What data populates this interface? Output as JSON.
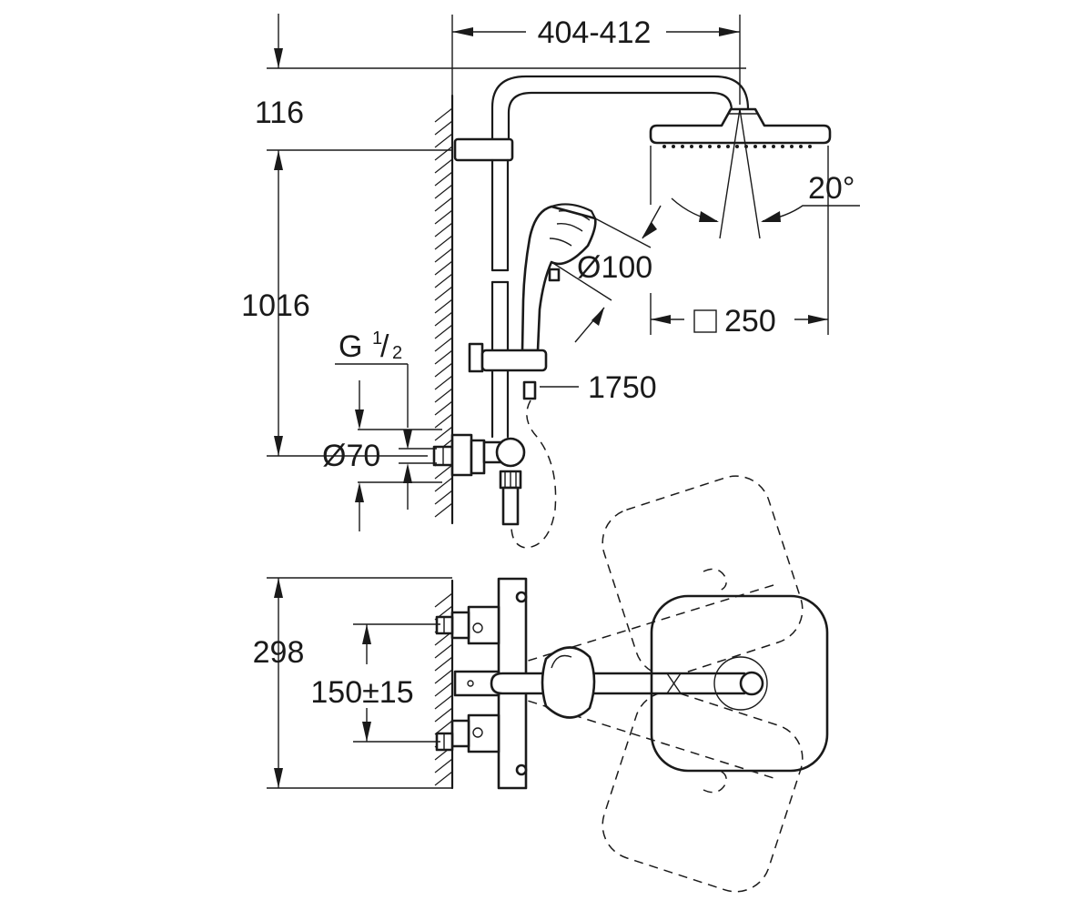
{
  "dimensions": {
    "arm_reach": "404-412",
    "top_offset": "116",
    "rail_height": "1016",
    "thread_g": "G",
    "thread_num": "1",
    "thread_slash": "/",
    "thread_den": "2",
    "escutcheon": "Ø70",
    "hand_shower": "Ø100",
    "head_square": "250",
    "hose_length": "1750",
    "spray_angle": "20°",
    "body_height": "298",
    "inlet_spacing": "150±15"
  }
}
